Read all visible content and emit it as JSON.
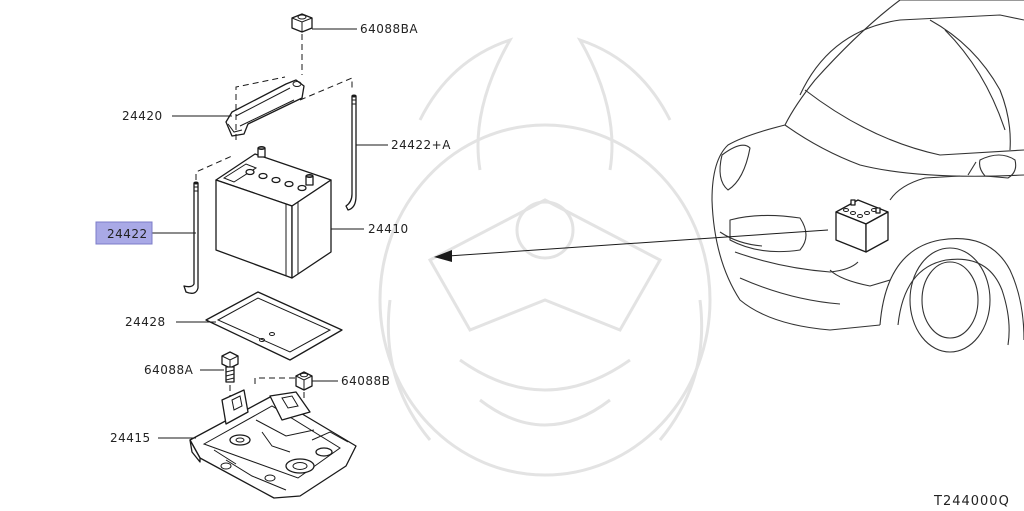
{
  "parts": [
    {
      "id": "p64088BA",
      "label": "64088BA"
    },
    {
      "id": "p24420",
      "label": "24420"
    },
    {
      "id": "p24422A",
      "label": "24422+A"
    },
    {
      "id": "p24422",
      "label": "24422"
    },
    {
      "id": "p24410",
      "label": "24410"
    },
    {
      "id": "p24428",
      "label": "24428"
    },
    {
      "id": "p64088A",
      "label": "64088A"
    },
    {
      "id": "p64088B",
      "label": "64088B"
    },
    {
      "id": "p24415",
      "label": "24415"
    }
  ],
  "highlighted_part": "24422",
  "highlight_color": "#a9a9e6",
  "reference_code": "T244000Q"
}
